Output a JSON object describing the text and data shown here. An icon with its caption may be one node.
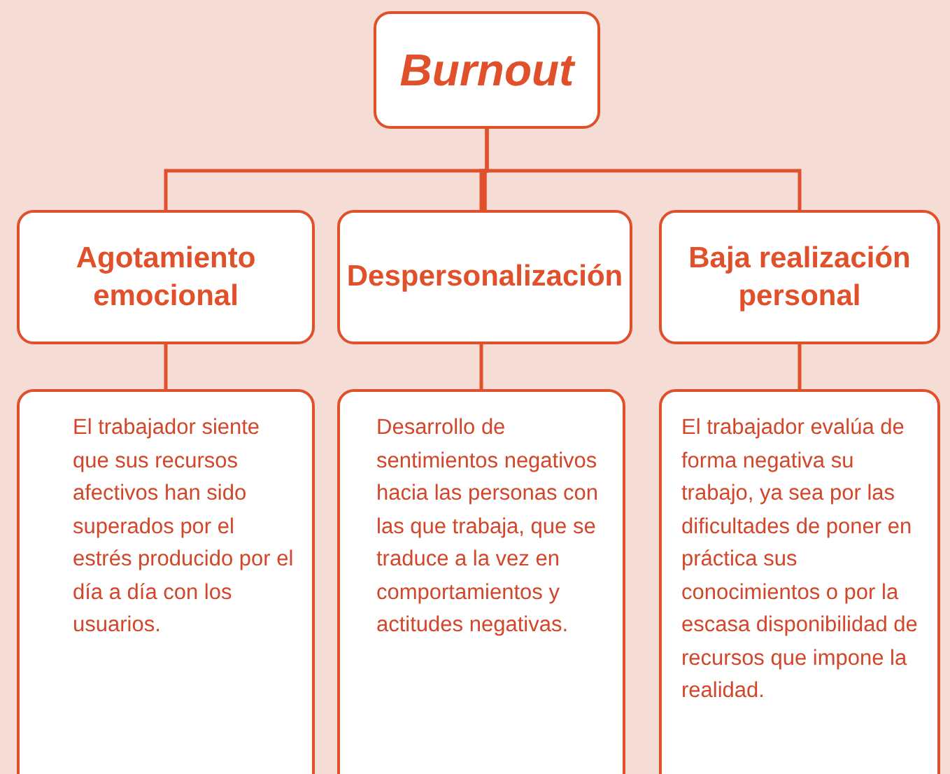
{
  "diagram": {
    "nodes": [
      {
        "text": [
          "Burnout"
        ]
      },
      {
        "text": [
          "Agotamiento emocional"
        ]
      },
      {
        "text": [
          "Despersonalización"
        ]
      },
      {
        "text": [
          "Baja realización personal"
        ]
      },
      {
        "text": [
          "El trabajador siente que sus recursos afectivos han sido superados por el estrés producido por el día a día con los usuarios."
        ]
      },
      {
        "text": [
          "Desarrollo de sentimientos negativos hacia las personas con las que trabaja, que se traduce a la vez en comportamientos y actitudes negativas."
        ]
      },
      {
        "text": [
          "El trabajador evalúa de forma negativa su trabajo, ya sea por las dificultades de poner en práctica sus conocimientos o por la escasa disponibilidad de recursos que impone la realidad."
        ]
      }
    ],
    "edges": [
      {
        "from": 0,
        "to": 1,
        "arrow": "none"
      },
      {
        "from": 0,
        "to": 2,
        "arrow": "none"
      },
      {
        "from": 0,
        "to": 3,
        "arrow": "none"
      },
      {
        "from": 1,
        "to": 4,
        "arrow": "none"
      },
      {
        "from": 2,
        "to": 5,
        "arrow": "none"
      },
      {
        "from": 3,
        "to": 6,
        "arrow": "none"
      }
    ]
  }
}
